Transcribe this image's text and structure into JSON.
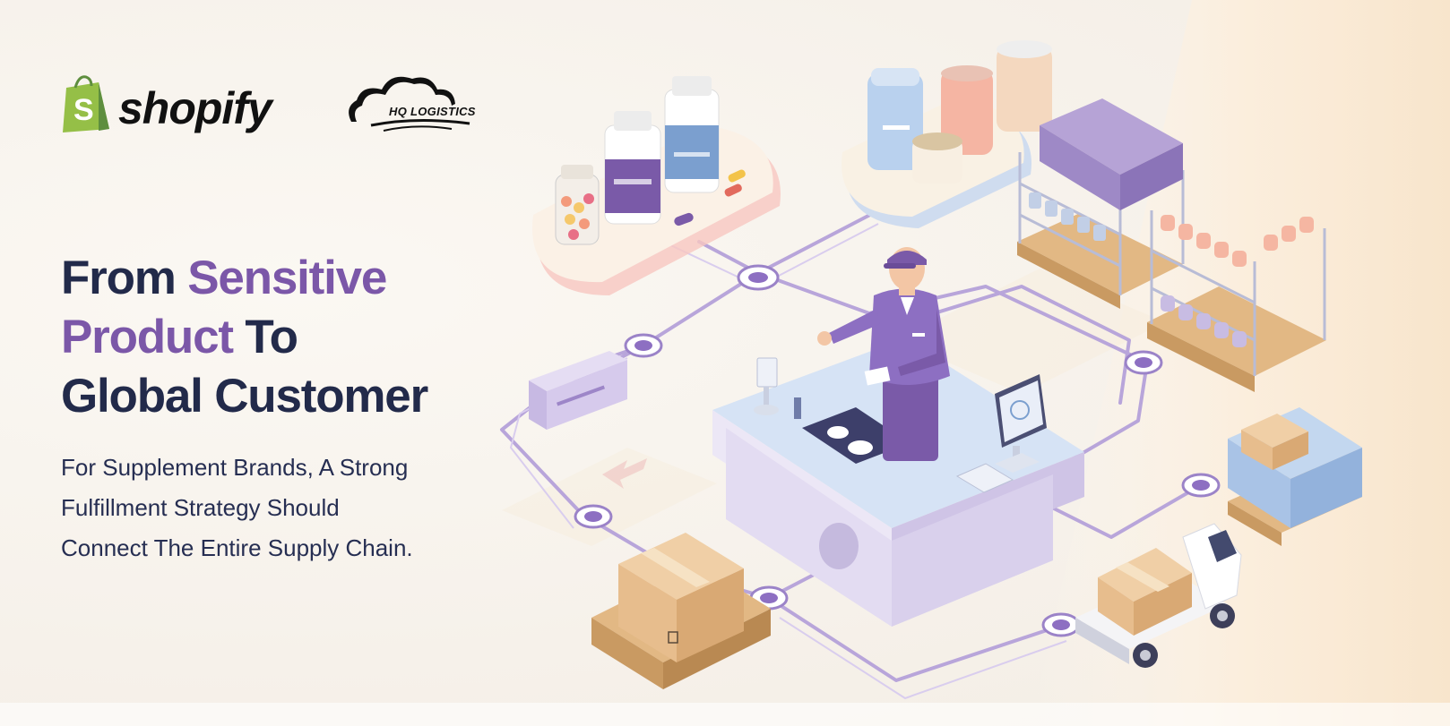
{
  "logos": {
    "shopify": "shopify",
    "hq_logistics": "HQ LOGISTICS"
  },
  "headline": {
    "line1_plain": "From ",
    "line1_accent": "Sensitive",
    "line2_accent": "Product",
    "line2_plain": " To",
    "line3_plain": "Global Customer"
  },
  "subheadline": {
    "line1": "For Supplement Brands, A Strong",
    "line2": "Fulfillment Strategy Should",
    "line3": "Connect The Entire Supply Chain."
  },
  "colors": {
    "accent_purple": "#7b57a8",
    "heading_navy": "#222a4a",
    "shopify_green": "#95bf47",
    "path_purple": "#9b83c8"
  },
  "icons": [
    "shopify-bag-icon",
    "cloud-logo-icon",
    "supplement-bottle-icon",
    "shipping-box-icon",
    "delivery-truck-icon",
    "pallet-icon",
    "warehouse-shelf-icon",
    "computer-monitor-icon",
    "worker-figure-icon"
  ]
}
